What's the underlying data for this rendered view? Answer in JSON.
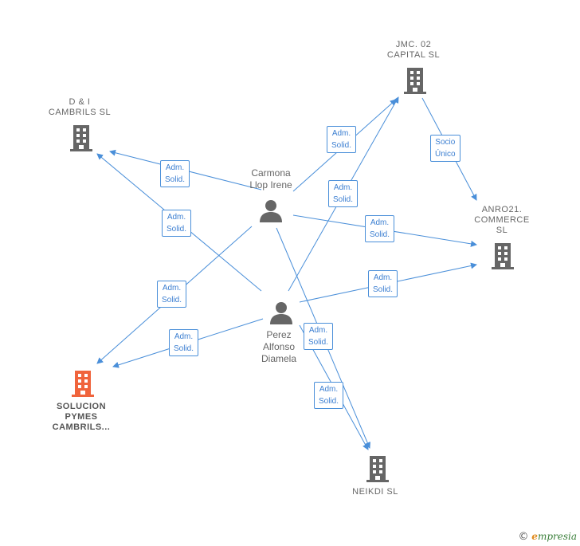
{
  "companies": {
    "di_cambrils": "D & I\nCAMBRILS SL",
    "jmc_capital": "JMC.  02\nCAPITAL  SL",
    "anro21": "ANRO21.\nCOMMERCE\nSL",
    "solucion_pymes": "SOLUCION\nPYMES\nCAMBRILS...",
    "neikdi": "NEIKDI  SL"
  },
  "persons": {
    "carmona": "Carmona\nLlop Irene",
    "perez": "Perez\nAlfonso\nDiamela"
  },
  "edge_labels": {
    "e1": "Adm.\nSolid.",
    "e2": "Adm.\nSolid.",
    "e3": "Adm.\nSolid.",
    "e4": "Adm.\nSolid.",
    "e5": "Adm.\nSolid.",
    "e6": "Adm.\nSolid.",
    "e7": "Adm.\nSolid.",
    "e8": "Adm.\nSolid.",
    "e9": "Adm.\nSolid.",
    "e10": "Adm.\nSolid.",
    "e11": "Socio\nÚnico"
  },
  "footer": {
    "copyright": "©",
    "brand_e": "e",
    "brand_rest": "mpresia"
  },
  "colors": {
    "edge": "#4a8fd9",
    "building": "#666666",
    "building_highlight": "#f0643c",
    "person": "#666666"
  }
}
